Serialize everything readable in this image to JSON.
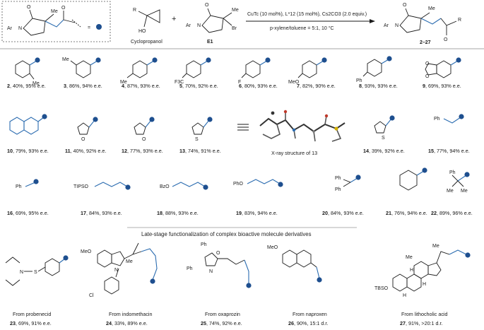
{
  "scheme": {
    "fragment_labels": {
      "ar": "Ar",
      "n": "N",
      "o": "O",
      "me": "Me"
    },
    "reagent1": {
      "r": "R",
      "ho": "HO",
      "name": "Cyclopropanol"
    },
    "plus": "+",
    "reagent2": {
      "ar": "Ar",
      "n": "N",
      "o": "O",
      "me": "Me",
      "br": "Br",
      "name": "E1"
    },
    "conditions_top": "CuTc (10 mol%), L*12 (15 mol%), Cs2CO3 (2.0 equiv.)",
    "conditions_bottom": "p-xylene/toluene = 5:1, 10 °C",
    "product": {
      "ar": "Ar",
      "n": "N",
      "o": "O",
      "me": "Me",
      "o2": "O",
      "r": "R",
      "range": "2–27"
    }
  },
  "substituent_labels": {
    "me2": "Me",
    "me3": "Me",
    "me4": "Me",
    "cf3": "F3C",
    "f": "F",
    "meo": "MeO",
    "ph": "Ph",
    "xray_label": "X-ray structure of 13",
    "ph15": "Ph",
    "ph16": "Ph",
    "tipso": "TIPSO",
    "bzo": "BzO",
    "pho": "PhO",
    "ph20a": "Ph",
    "ph20b": "Ph",
    "me22a": "Me",
    "me22b": "Me"
  },
  "row1": [
    {
      "num": "2",
      "text": ", 40%, 95% e.e."
    },
    {
      "num": "3",
      "text": ", 86%, 94% e.e."
    },
    {
      "num": "4",
      "text": ", 87%, 93% e.e."
    },
    {
      "num": "5",
      "text": ", 70%, 92% e.e."
    },
    {
      "num": "6",
      "text": ", 80%, 93% e.e."
    },
    {
      "num": "7",
      "text": ", 82%, 90% e.e."
    },
    {
      "num": "8",
      "text": ", 93%, 93% e.e."
    },
    {
      "num": "9",
      "text": ", 69%, 93% e.e."
    }
  ],
  "row2": [
    {
      "num": "10",
      "text": ", 79%, 93% e.e."
    },
    {
      "num": "11",
      "text": ", 40%, 92% e.e."
    },
    {
      "num": "12",
      "text": ", 77%, 93% e.e."
    },
    {
      "num": "13",
      "text": ", 74%, 91% e.e."
    },
    {
      "num": "14",
      "text": ", 39%, 92% e.e."
    },
    {
      "num": "15",
      "text": ", 77%, 94% e.e."
    }
  ],
  "row3": [
    {
      "num": "16",
      "text": ", 69%, 95% e.e."
    },
    {
      "num": "17",
      "text": ", 84%, 93% e.e."
    },
    {
      "num": "18",
      "text": ", 88%, 93% e.e."
    },
    {
      "num": "19",
      "text": ", 83%, 94% e.e."
    },
    {
      "num": "20",
      "text": ", 84%, 93% e.e."
    },
    {
      "num": "21",
      "text": ", 76%, 94% e.e."
    },
    {
      "num": "22",
      "text": ", 89%, 96% e.e."
    }
  ],
  "late_stage_title": "Late-stage functionalization of complex bioactive molecule derivatives",
  "late_labels": {
    "meo24": "MeO",
    "me24": "Me",
    "n24": "N",
    "cl24": "Cl",
    "ph25a": "Ph",
    "ph25b": "Ph",
    "o25": "O",
    "n25": "N",
    "meo26": "MeO",
    "tbso": "TBSO",
    "h1": "H",
    "h2": "H",
    "h3": "H",
    "me27a": "Me",
    "me27b": "Me",
    "n23": "N",
    "s23": "S"
  },
  "row4": [
    {
      "from": "From probenecid",
      "num": "23",
      "text": ", 69%, 91% e.e."
    },
    {
      "from": "From indomethacin",
      "num": "24",
      "text": ", 33%, 89% e.e."
    },
    {
      "from": "From oxaprozin",
      "num": "25",
      "text": ", 74%, 92% e.e."
    },
    {
      "from": "From naproxen",
      "num": "26",
      "text": ", 90%, 15:1 d.r."
    },
    {
      "from": "From lithocholic acid",
      "num": "27",
      "text": ", 91%, >20:1 d.r."
    }
  ]
}
